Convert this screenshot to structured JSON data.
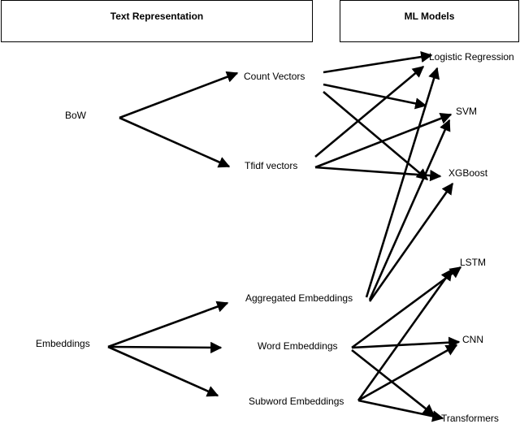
{
  "headers": {
    "text_representation": "Text Representation",
    "ml_models": "ML Models"
  },
  "nodes": {
    "bow": "BoW",
    "embeddings": "Embeddings",
    "count_vectors": "Count Vectors",
    "tfidf_vectors": "Tfidf vectors",
    "aggregated_embeddings": "Aggregated Embeddings",
    "word_embeddings": "Word Embeddings",
    "subword_embeddings": "Subword Embeddings",
    "logistic_regression": "Logistic Regression",
    "svm": "SVM",
    "xgboost": "XGBoost",
    "lstm": "LSTM",
    "cnn": "CNN",
    "transformers": "Transformers"
  },
  "edges": [
    {
      "from": "bow",
      "to": "count_vectors"
    },
    {
      "from": "bow",
      "to": "tfidf_vectors"
    },
    {
      "from": "embeddings",
      "to": "aggregated_embeddings"
    },
    {
      "from": "embeddings",
      "to": "word_embeddings"
    },
    {
      "from": "embeddings",
      "to": "subword_embeddings"
    },
    {
      "from": "count_vectors",
      "to": "logistic_regression"
    },
    {
      "from": "count_vectors",
      "to": "svm"
    },
    {
      "from": "count_vectors",
      "to": "xgboost"
    },
    {
      "from": "tfidf_vectors",
      "to": "logistic_regression"
    },
    {
      "from": "tfidf_vectors",
      "to": "svm"
    },
    {
      "from": "tfidf_vectors",
      "to": "xgboost"
    },
    {
      "from": "aggregated_embeddings",
      "to": "logistic_regression"
    },
    {
      "from": "aggregated_embeddings",
      "to": "svm"
    },
    {
      "from": "aggregated_embeddings",
      "to": "xgboost"
    },
    {
      "from": "word_embeddings",
      "to": "lstm"
    },
    {
      "from": "word_embeddings",
      "to": "cnn"
    },
    {
      "from": "word_embeddings",
      "to": "transformers"
    },
    {
      "from": "subword_embeddings",
      "to": "lstm"
    },
    {
      "from": "subword_embeddings",
      "to": "cnn"
    },
    {
      "from": "subword_embeddings",
      "to": "transformers"
    }
  ],
  "line_color": "#000000"
}
